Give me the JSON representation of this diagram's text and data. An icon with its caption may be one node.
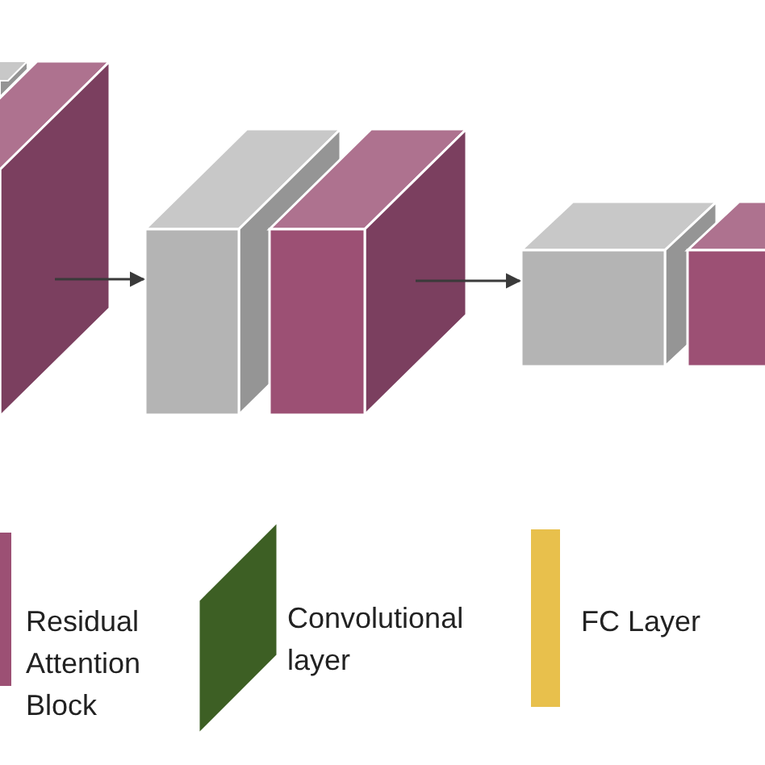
{
  "diagram": {
    "nodes": [
      {
        "text": [],
        "shape": "box"
      },
      {
        "text": [],
        "shape": "box"
      },
      {
        "text": [],
        "shape": "box"
      },
      {
        "text": [],
        "shape": "box"
      },
      {
        "text": [],
        "shape": "box"
      },
      {
        "text": [],
        "shape": "box"
      }
    ],
    "edges": [
      {
        "from": 1,
        "to": 2,
        "arrow": "to"
      },
      {
        "from": 3,
        "to": 4,
        "arrow": "to"
      }
    ],
    "legend": [
      {
        "text": "Residual Attention Block",
        "color": "#9c5074"
      },
      {
        "text": "Convolutional layer",
        "color": "#3d5f24"
      },
      {
        "text": "FC Layer",
        "color": "#e8c04c"
      }
    ]
  }
}
